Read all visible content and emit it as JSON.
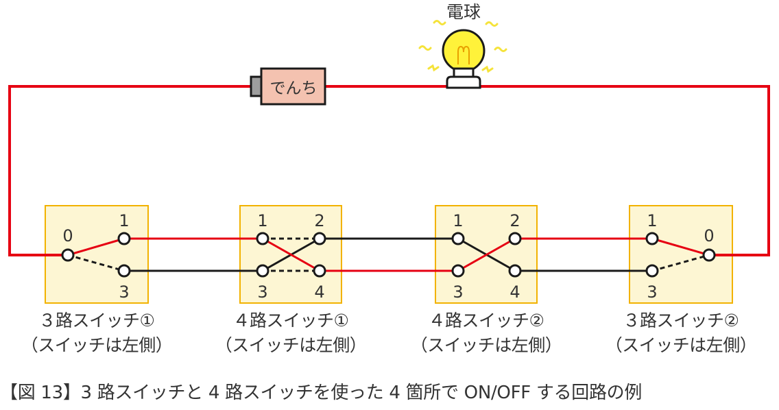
{
  "bulb": {
    "label": "電球"
  },
  "battery": {
    "label": "でんち"
  },
  "switches": [
    {
      "terminals": [
        "0",
        "1",
        "3"
      ],
      "name": "３路スイッチ①",
      "note": "（スイッチは左側）"
    },
    {
      "terminals": [
        "1",
        "2",
        "3",
        "4"
      ],
      "name": "４路スイッチ①",
      "note": "（スイッチは左側）"
    },
    {
      "terminals": [
        "1",
        "2",
        "3",
        "4"
      ],
      "name": "４路スイッチ②",
      "note": "（スイッチは左側）"
    },
    {
      "terminals": [
        "1",
        "0",
        "3"
      ],
      "name": "３路スイッチ②",
      "note": "（スイッチは左側）"
    }
  ],
  "caption": "【図 13】3 路スイッチと 4 路スイッチを使った 4 箇所で ON/OFF する回路の例",
  "colors": {
    "live_wire": "#e60012",
    "dead_wire": "#1a1a1a",
    "switch_box": "#fdf6d3",
    "switch_border": "#f2b200",
    "battery_body": "#f4c2b0",
    "battery_cap": "#9e9e9e",
    "bulb_glass": "#fff23a",
    "ray": "#f5e33a",
    "text": "#333333"
  }
}
